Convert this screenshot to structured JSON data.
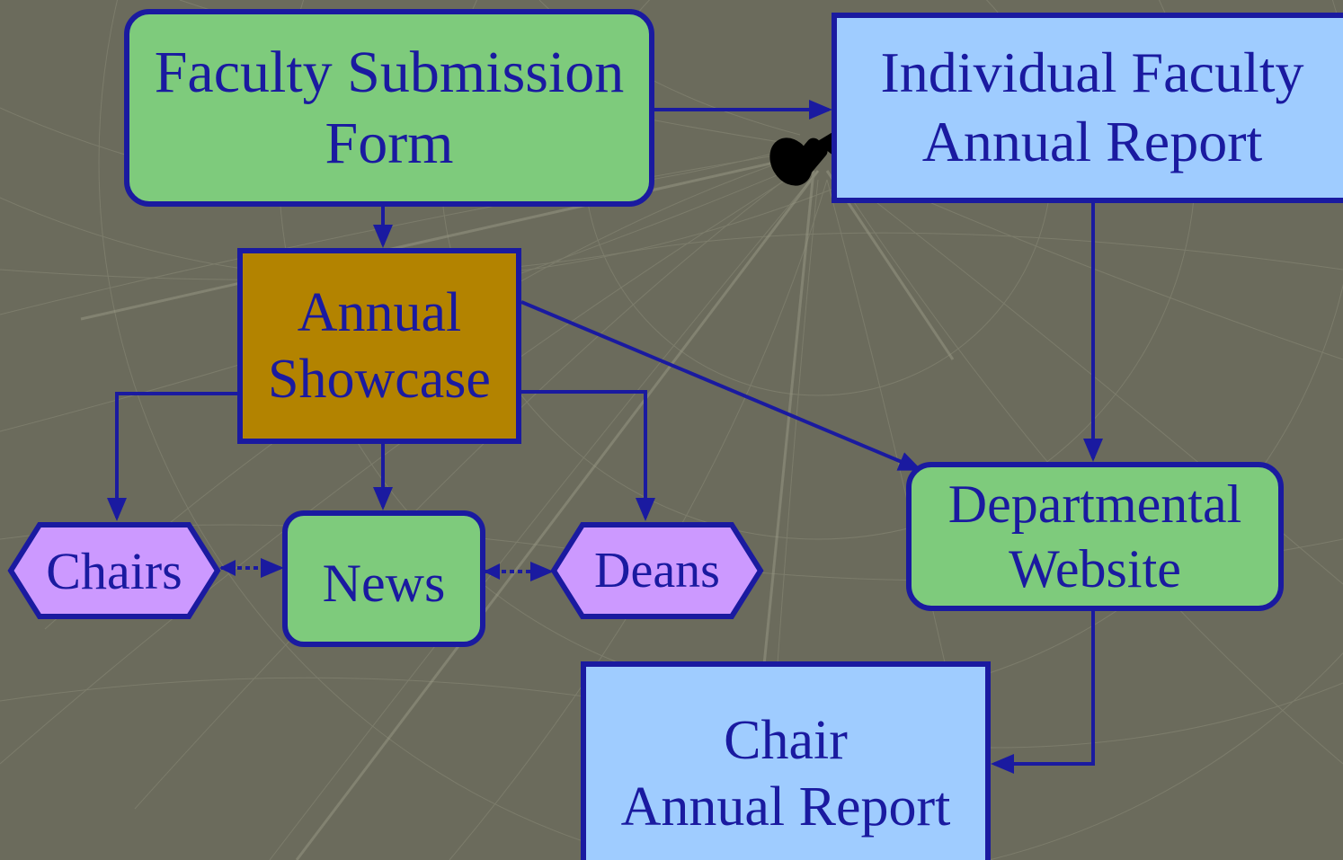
{
  "nodes": {
    "faculty_submission": {
      "label": "Faculty Submission\nForm"
    },
    "individual_report": {
      "label": "Individual Faculty\nAnnual Report"
    },
    "annual_showcase": {
      "label": "Annual\nShowcase"
    },
    "departmental_website": {
      "label": "Departmental\nWebsite"
    },
    "news": {
      "label": "News"
    },
    "chairs": {
      "label": "Chairs"
    },
    "deans": {
      "label": "Deans"
    },
    "chair_report": {
      "label": "Chair\nAnnual Report"
    }
  },
  "colors": {
    "background": "#6b6b5c",
    "node_border": "#1a1aa0",
    "green": "#7ecb7c",
    "blue": "#9fccff",
    "gold": "#b38300",
    "purple": "#cc99ff"
  },
  "icons": {
    "pin": "pushpin-icon"
  }
}
